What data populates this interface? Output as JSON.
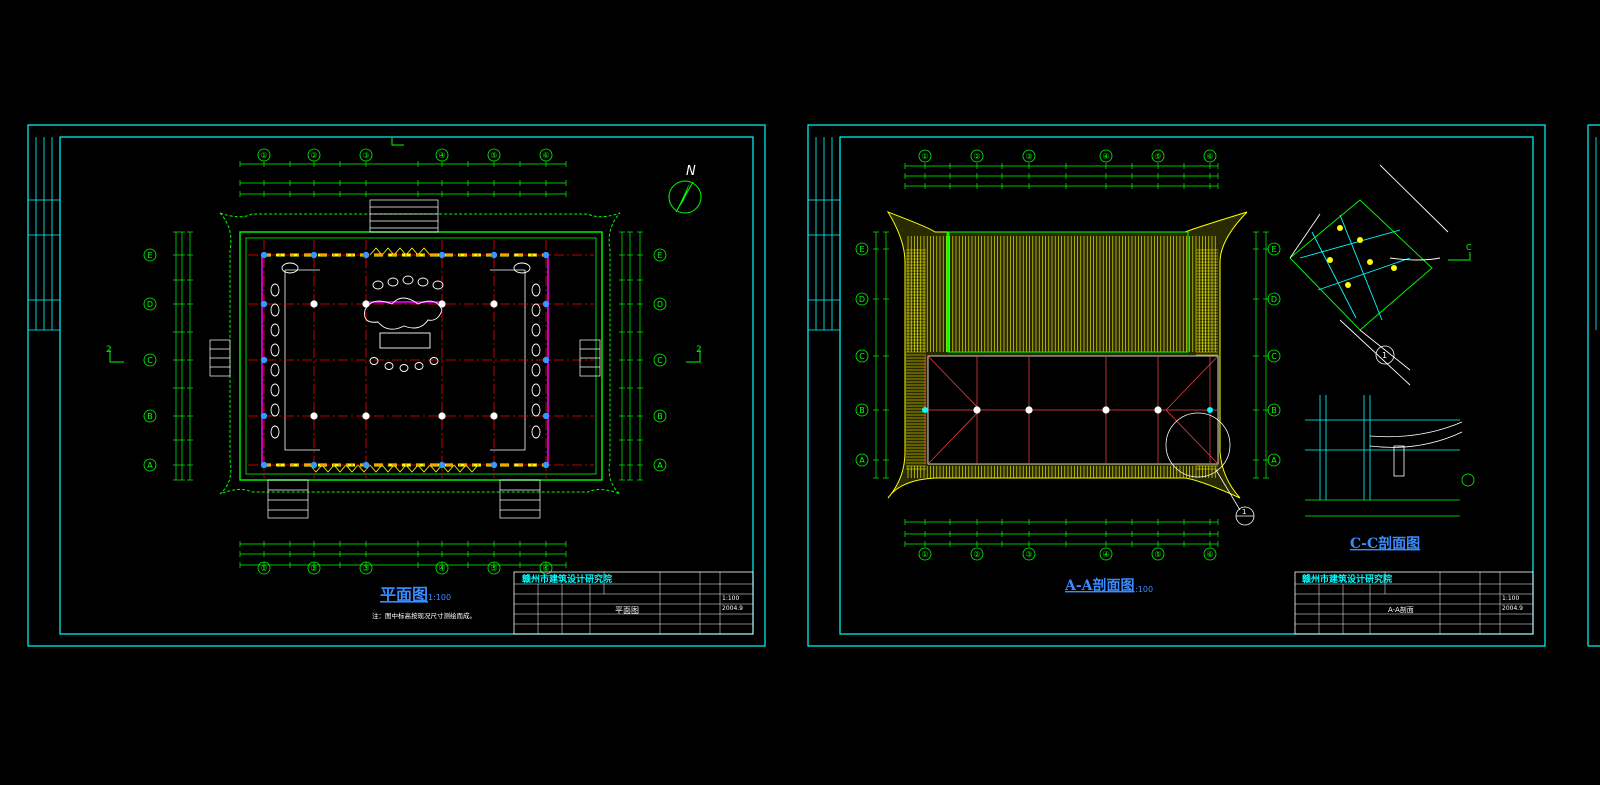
{
  "colors": {
    "background": "#000000",
    "frame": "#00ffff",
    "wall": "#00ff00",
    "axis": "#ff0000",
    "dimension": "#00ff00",
    "roof": "#ffff00",
    "title": "#3a8bff"
  },
  "sheets": [
    {
      "drawing_title": "平面图",
      "scale": "1:100",
      "note": "注：图中标高按现况尺寸测绘而成。",
      "north_label": "N",
      "section_mark": "2",
      "grid_top": [
        "①",
        "②",
        "③",
        "④",
        "⑤",
        "⑥"
      ],
      "grid_side": [
        "E",
        "D",
        "C",
        "B",
        "A"
      ],
      "title_block": {
        "institute": "赣州市建筑设计研究院",
        "drawing_name": "平面图",
        "date": "2004.9",
        "scale": "1:100"
      }
    },
    {
      "drawing_title": "A-A剖面图",
      "scale": "1:100",
      "secondary_title": "C-C剖面图",
      "detail_mark": "1",
      "section_c": "C",
      "grid_top": [
        "①",
        "②",
        "③",
        "④",
        "⑤",
        "⑥"
      ],
      "grid_side": [
        "E",
        "D",
        "C",
        "B",
        "A"
      ],
      "title_block": {
        "institute": "赣州市建筑设计研究院",
        "drawing_name": "A-A剖面",
        "date": "2004.9",
        "scale": "1:100"
      }
    }
  ]
}
